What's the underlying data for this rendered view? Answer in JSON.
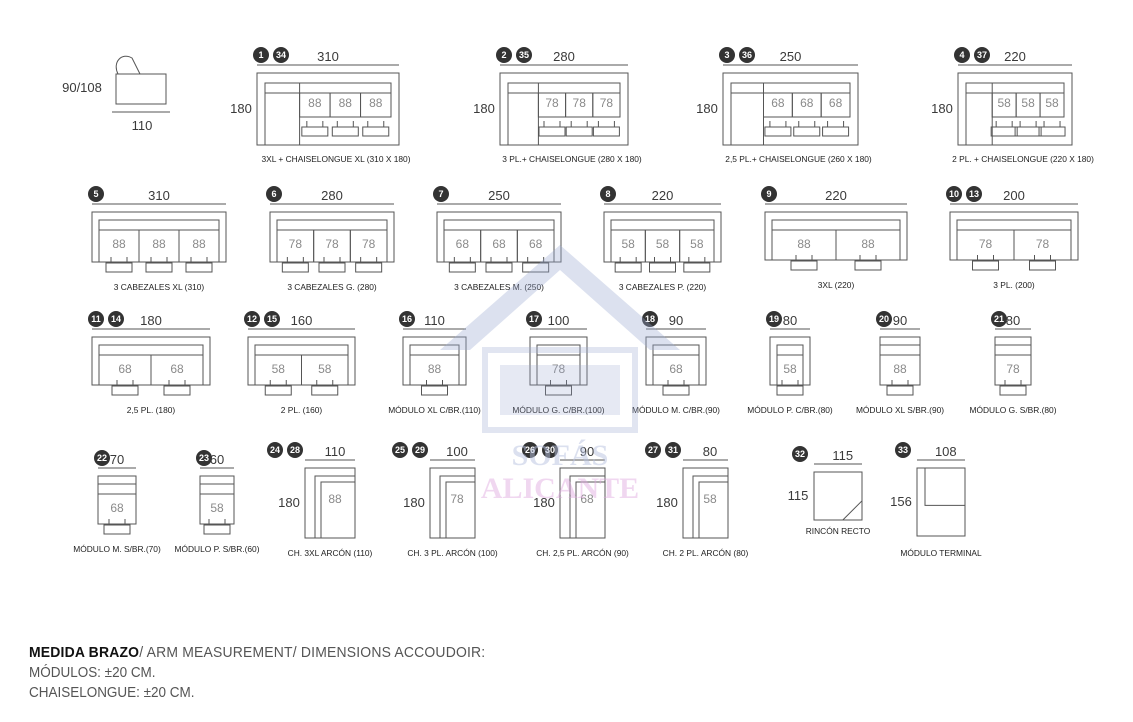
{
  "arm_header": {
    "part1": "MEDIDA BRAZO",
    "part2": "/ ARM MEASUREMENT/ DIMENSIONS ACCOUDOIR:"
  },
  "tolerance_modules": "MÓDULOS: ±20 CM.",
  "tolerance_chaise": "CHAISELONGUE: ±20 CM.",
  "watermark": {
    "line1": "SOFÁS",
    "line2": "ALICANTE",
    "color": "#9aa8d0"
  },
  "colors": {
    "badge": "#333333",
    "line": "#555555",
    "seat_text": "#8a8a8a"
  },
  "arm_profile": {
    "height": "90/108",
    "width": "110"
  },
  "modules": [
    {
      "badges": [
        "1",
        "34"
      ],
      "dim": "310",
      "height": "180",
      "kind": "chaise",
      "seats": [
        "88",
        "88",
        "88"
      ],
      "caption": "3XL + CHAISELONGUE XL (310 X 180)"
    },
    {
      "badges": [
        "2",
        "35"
      ],
      "dim": "280",
      "height": "180",
      "kind": "chaise",
      "seats": [
        "78",
        "78",
        "78"
      ],
      "caption": "3 PL.+ CHAISELONGUE (280 X 180)"
    },
    {
      "badges": [
        "3",
        "36"
      ],
      "dim": "250",
      "height": "180",
      "kind": "chaise",
      "seats": [
        "68",
        "68",
        "68"
      ],
      "caption": "2,5 PL.+ CHAISELONGUE (260 X 180)"
    },
    {
      "badges": [
        "4",
        "37"
      ],
      "dim": "220",
      "height": "180",
      "kind": "chaise",
      "seats": [
        "58",
        "58",
        "58"
      ],
      "caption": "2 PL. + CHAISELONGUE (220 X 180)"
    },
    {
      "badges": [
        "5"
      ],
      "dim": "310",
      "kind": "sofa",
      "seats": [
        "88",
        "88",
        "88"
      ],
      "caption": "3 CABEZALES XL (310)"
    },
    {
      "badges": [
        "6"
      ],
      "dim": "280",
      "kind": "sofa",
      "seats": [
        "78",
        "78",
        "78"
      ],
      "caption": "3 CABEZALES G. (280)"
    },
    {
      "badges": [
        "7"
      ],
      "dim": "250",
      "kind": "sofa",
      "seats": [
        "68",
        "68",
        "68"
      ],
      "caption": "3 CABEZALES M. (250)"
    },
    {
      "badges": [
        "8"
      ],
      "dim": "220",
      "kind": "sofa",
      "seats": [
        "58",
        "58",
        "58"
      ],
      "caption": "3 CABEZALES P. (220)"
    },
    {
      "badges": [
        "9"
      ],
      "dim": "220",
      "kind": "sofa",
      "seats": [
        "88",
        "88"
      ],
      "caption": "3XL (220)"
    },
    {
      "badges": [
        "10",
        "13"
      ],
      "dim": "200",
      "kind": "sofa",
      "seats": [
        "78",
        "78"
      ],
      "caption": "3 PL. (200)"
    },
    {
      "badges": [
        "11",
        "14"
      ],
      "dim": "180",
      "kind": "sofa",
      "seats": [
        "68",
        "68"
      ],
      "caption": "2,5 PL. (180)"
    },
    {
      "badges": [
        "12",
        "15"
      ],
      "dim": "160",
      "kind": "sofa",
      "seats": [
        "58",
        "58"
      ],
      "caption": "2 PL. (160)"
    },
    {
      "badges": [
        "16"
      ],
      "dim": "110",
      "kind": "single",
      "seats": [
        "88"
      ],
      "caption": "MÓDULO XL C/BR.(110)"
    },
    {
      "badges": [
        "17"
      ],
      "dim": "100",
      "kind": "single",
      "seats": [
        "78"
      ],
      "caption": "MÓDULO G. C/BR.(100)"
    },
    {
      "badges": [
        "18"
      ],
      "dim": "90",
      "kind": "single",
      "seats": [
        "68"
      ],
      "caption": "MÓDULO M. C/BR.(90)"
    },
    {
      "badges": [
        "19"
      ],
      "dim": "80",
      "kind": "single",
      "seats": [
        "58"
      ],
      "caption": "MÓDULO P. C/BR.(80)"
    },
    {
      "badges": [
        "20"
      ],
      "dim": "90",
      "kind": "noarm",
      "seats": [
        "88"
      ],
      "caption": "MÓDULO XL S/BR.(90)"
    },
    {
      "badges": [
        "21"
      ],
      "dim": "80",
      "kind": "noarm",
      "seats": [
        "78"
      ],
      "caption": "MÓDULO G. S/BR.(80)"
    },
    {
      "badges": [
        "22"
      ],
      "dim": "70",
      "kind": "noarm",
      "seats": [
        "68"
      ],
      "caption": "MÓDULO M. S/BR.(70)"
    },
    {
      "badges": [
        "23"
      ],
      "dim": "60",
      "kind": "noarm",
      "seats": [
        "58"
      ],
      "caption": "MÓDULO P. S/BR.(60)"
    },
    {
      "badges": [
        "24",
        "28"
      ],
      "dim": "110",
      "height": "180",
      "kind": "arcon",
      "seats": [
        "88"
      ],
      "caption": "CH. 3XL ARCÓN (110)"
    },
    {
      "badges": [
        "25",
        "29"
      ],
      "dim": "100",
      "height": "180",
      "kind": "arcon",
      "seats": [
        "78"
      ],
      "caption": "CH. 3 PL. ARCÓN (100)"
    },
    {
      "badges": [
        "26",
        "30"
      ],
      "dim": "90",
      "height": "180",
      "kind": "arcon",
      "seats": [
        "68"
      ],
      "caption": "CH. 2,5 PL. ARCÓN (90)"
    },
    {
      "badges": [
        "27",
        "31"
      ],
      "dim": "80",
      "height": "180",
      "kind": "arcon",
      "seats": [
        "58"
      ],
      "caption": "CH. 2 PL. ARCÓN (80)"
    },
    {
      "badges": [
        "32"
      ],
      "dim": "115",
      "height": "115",
      "kind": "corner",
      "seats": [],
      "caption": "RINCÓN RECTO"
    },
    {
      "badges": [
        "33"
      ],
      "dim": "108",
      "height": "156",
      "kind": "terminal",
      "seats": [],
      "caption": "MÓDULO TERMINAL"
    }
  ]
}
